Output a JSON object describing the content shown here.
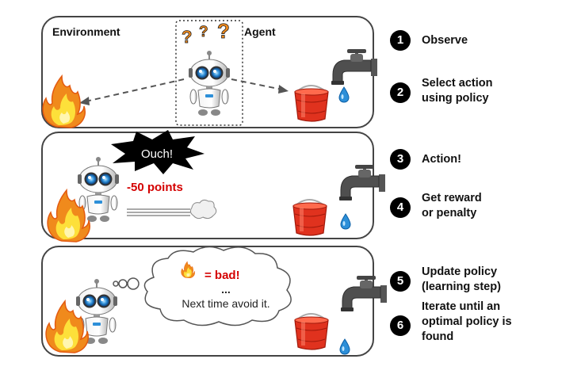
{
  "panel1": {
    "environment_label": "Environment",
    "agent_label": "Agent",
    "question_marks": [
      "?",
      "?",
      "?"
    ]
  },
  "panel2": {
    "burst_text": "Ouch!",
    "penalty_text": "-50 points"
  },
  "panel3": {
    "thought_bad": "= bad!",
    "thought_ellipsis": "...",
    "thought_text": "Next time avoid it."
  },
  "steps": [
    {
      "number": "1",
      "lines": [
        "Observe"
      ]
    },
    {
      "number": "2",
      "lines": [
        "Select action",
        "using policy"
      ]
    },
    {
      "number": "3",
      "lines": [
        "Action!"
      ]
    },
    {
      "number": "4",
      "lines": [
        "Get reward",
        "or penalty"
      ]
    },
    {
      "number": "5",
      "lines": [
        "Update policy",
        "(learning step)"
      ]
    },
    {
      "number": "6",
      "lines": [
        "Iterate until an",
        "optimal policy is",
        "found"
      ]
    }
  ],
  "colors": {
    "flame_outer": "#f08a1c",
    "flame_inner": "#fde03a",
    "bucket": "#e0321e",
    "penalty": "#d40000",
    "faucet": "#555555",
    "robot_eye": "#2d8fd8"
  },
  "icons": [
    "flame-icon",
    "robot-icon",
    "bucket-icon",
    "faucet-icon",
    "water-drop-icon",
    "explosion-icon",
    "thought-bubble-icon"
  ]
}
